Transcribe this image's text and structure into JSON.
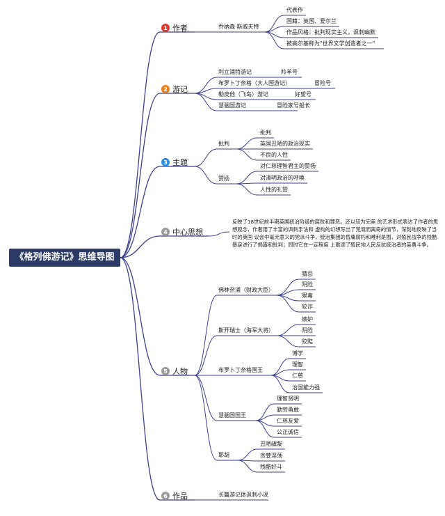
{
  "root": {
    "title": "《格列佛游记》思维导图"
  },
  "colors": {
    "branch": "#3b3f8f",
    "root_bg": "#2b3a67",
    "badge1": "#e53a2f",
    "badge2": "#f07d1a",
    "badge3": "#2f8fde",
    "badge_gray": "#9a9a9a"
  },
  "branches": [
    {
      "num": "1",
      "label": "作者",
      "children": [
        {
          "label": "乔纳森·斯威夫特",
          "children": [
            "代表作",
            "国籍：英国、爱尔兰",
            "作品风格：批判现实主义，讽刺幽默",
            "被高尔基称为\"世界文学创造者之一\""
          ]
        }
      ]
    },
    {
      "num": "2",
      "label": "游记",
      "children": [
        {
          "label": "利立浦特游记",
          "children": [
            "羚羊号"
          ]
        },
        {
          "label": "布罗卜丁奈格（大人国游记）",
          "children": [
            "冒险号"
          ]
        },
        {
          "label": "勒皮他（飞岛）游记",
          "children": [
            "好望号"
          ]
        },
        {
          "label": "慧骃国游记",
          "children": [
            "冒险家号船长"
          ]
        }
      ]
    },
    {
      "num": "3",
      "label": "主题",
      "children": [
        {
          "label": "批判",
          "children": [
            "批判",
            "英国丑陋的政治现实",
            "不良的人性"
          ]
        },
        {
          "label": "赞扬",
          "children": [
            "对仁慈理智君主的赞扬",
            "对清明政治的呼唤",
            "人性的礼赞"
          ]
        }
      ]
    },
    {
      "num": "4",
      "label": "中心思想",
      "text": "反映了18世纪前半期英国统治阶级的腐败和罪恶。还以较为完美 的艺术形式表达了作者的思想观念，作者用了丰富的讽刺手法和 虚构的幻想写出了荒诞而离奇的情节，深刻地反映了当时的英国 议会中毫无意义的党派斗争，统治集团的昏庸腐朽和唯利是图，对殖民战争的残酷暴戾进行了揭露和批判；同时它在一定程度 上歌颂了殖民地人民反抗统治者的英勇斗争。"
    },
    {
      "num": "5",
      "label": "人物",
      "children": [
        {
          "label": "佛林奈浦（财政大臣）",
          "children": [
            "猜忌",
            "阴险",
            "狠毒",
            "狡诈"
          ]
        },
        {
          "label": "斯开瑞士（海军大将）",
          "children": [
            "嫉妒",
            "阴险",
            "狡黠"
          ]
        },
        {
          "label": "布罗卜丁奈格国王",
          "children": [
            "博学",
            "理智",
            "仁慈",
            "治国能力强"
          ]
        },
        {
          "label": "慧骃国国王",
          "children": [
            "理智贤明",
            "勤劳勇敢",
            "仁慈友爱",
            "公正诚信"
          ]
        },
        {
          "label": "耶胡",
          "children": [
            "丑陋龌龊",
            "贪婪淫荡",
            "残酷好斗"
          ]
        }
      ]
    },
    {
      "num": "6",
      "label": "作品",
      "children": [
        {
          "label": "长篇游记体讽刺小说",
          "children": []
        }
      ]
    }
  ]
}
